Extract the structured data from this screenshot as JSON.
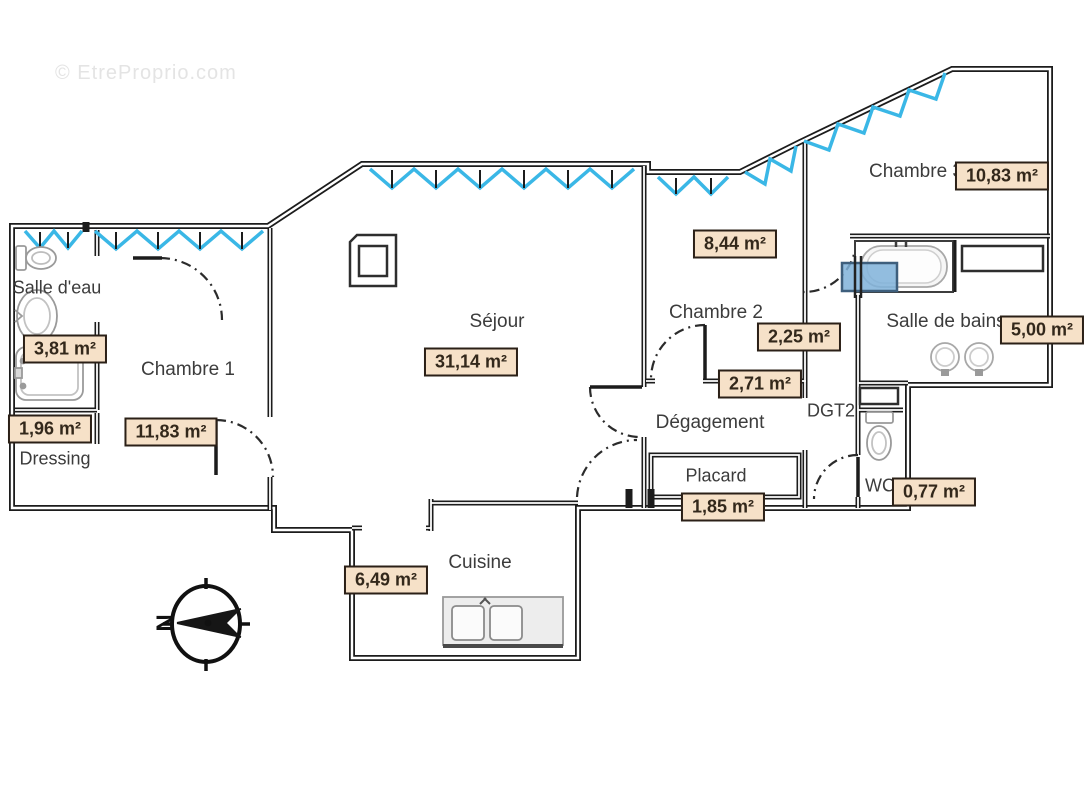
{
  "watermark": "© EtreProprio.com",
  "compass": {
    "north": "N"
  },
  "colors": {
    "wall": "#1c1c1c",
    "window_glazing": "#3ab7e6",
    "area_badge_bg": "#f6e1c8",
    "radiator_fill": "#7fb2d9"
  },
  "rooms": {
    "salle_deau": {
      "name": "Salle d'eau",
      "area": "3,81 m²"
    },
    "dressing": {
      "name": "Dressing",
      "area": "1,96 m²"
    },
    "chambre1": {
      "name": "Chambre 1",
      "area": "11,83 m²"
    },
    "sejour": {
      "name": "Séjour",
      "area": "31,14 m²"
    },
    "cuisine": {
      "name": "Cuisine",
      "area": "6,49 m²"
    },
    "chambre2": {
      "name": "Chambre 2",
      "area": "8,44 m²"
    },
    "degagement": {
      "name": "Dégagement",
      "area": "2,71 m²"
    },
    "placard": {
      "name": "Placard",
      "area": "1,85 m²"
    },
    "dgt2": {
      "name": "DGT2",
      "area": "2,25 m²"
    },
    "chambre3": {
      "name": "Chambre 3",
      "area": "10,83 m²"
    },
    "salle_de_bains": {
      "name": "Salle de bains",
      "area": "5,00 m²"
    },
    "wc": {
      "name": "WC",
      "area": "0,77 m²"
    }
  }
}
